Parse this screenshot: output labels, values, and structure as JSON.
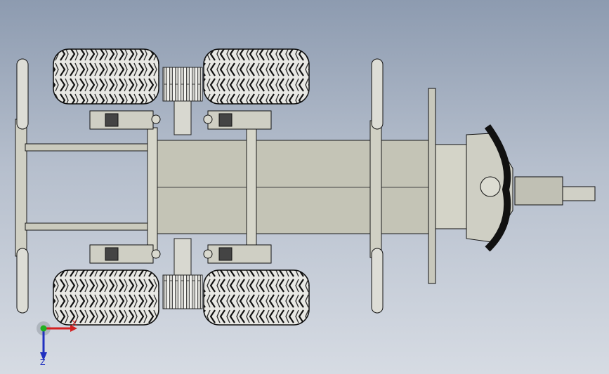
{
  "viewport": {
    "background_top": "#8d9bb0",
    "background_bottom": "#d6dbe3",
    "model_color": "#c8c8bd",
    "model_shade": "#9a9a90",
    "edge_color": "#1a1a1a"
  },
  "model": {
    "parts": [
      "frame",
      "tires",
      "axles",
      "chain-drives",
      "suspension-brackets",
      "front-dashboard-plate",
      "steering-mount",
      "tow-hitch"
    ]
  },
  "triad": {
    "x_label": "X",
    "z_label": "Z",
    "x_color": "#d42020",
    "z_color": "#2030c0",
    "y_color": "#20b020"
  }
}
